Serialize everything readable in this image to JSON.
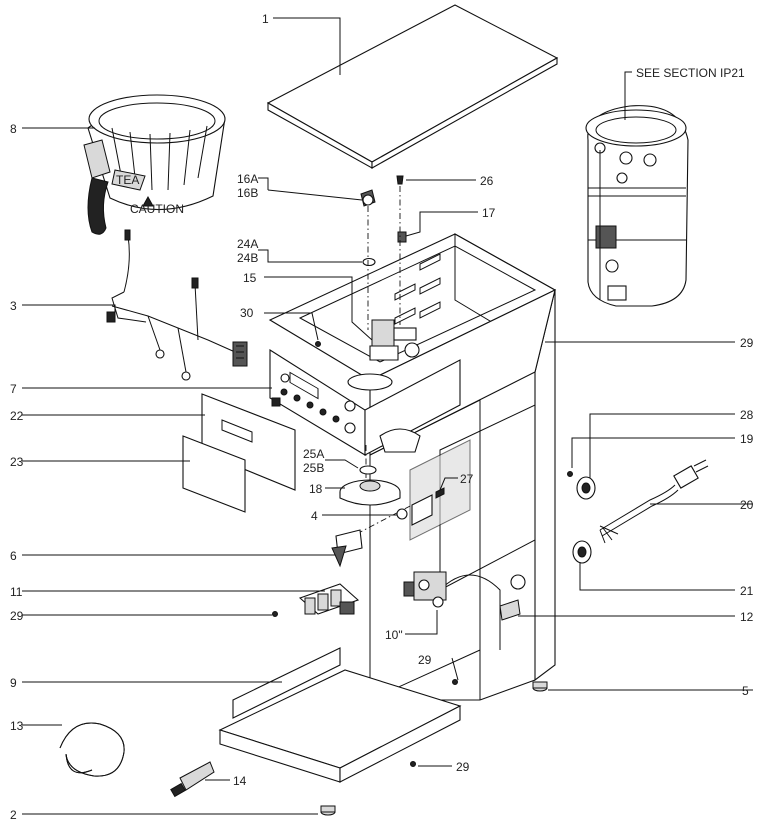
{
  "callouts": [
    {
      "id": "1",
      "text": "1"
    },
    {
      "id": "2",
      "text": "2"
    },
    {
      "id": "3",
      "text": "3"
    },
    {
      "id": "4",
      "text": "4"
    },
    {
      "id": "5",
      "text": "5"
    },
    {
      "id": "6",
      "text": "6"
    },
    {
      "id": "7",
      "text": "7"
    },
    {
      "id": "8",
      "text": "8"
    },
    {
      "id": "9",
      "text": "9"
    },
    {
      "id": "10",
      "text": "10\""
    },
    {
      "id": "11",
      "text": "11"
    },
    {
      "id": "12",
      "text": "12"
    },
    {
      "id": "13",
      "text": "13"
    },
    {
      "id": "14",
      "text": "14"
    },
    {
      "id": "15",
      "text": "15"
    },
    {
      "id": "16A",
      "text": "16A"
    },
    {
      "id": "16B",
      "text": "16B"
    },
    {
      "id": "17",
      "text": "17"
    },
    {
      "id": "18",
      "text": "18"
    },
    {
      "id": "19",
      "text": "19"
    },
    {
      "id": "20",
      "text": "20"
    },
    {
      "id": "21",
      "text": "21"
    },
    {
      "id": "22",
      "text": "22"
    },
    {
      "id": "23",
      "text": "23"
    },
    {
      "id": "24A",
      "text": "24A"
    },
    {
      "id": "24B",
      "text": "24B"
    },
    {
      "id": "25A",
      "text": "25A"
    },
    {
      "id": "25B",
      "text": "25B"
    },
    {
      "id": "26",
      "text": "26"
    },
    {
      "id": "27",
      "text": "27"
    },
    {
      "id": "28",
      "text": "28"
    },
    {
      "id": "29a",
      "text": "29"
    },
    {
      "id": "29b",
      "text": "29"
    },
    {
      "id": "29c",
      "text": "29"
    },
    {
      "id": "29d",
      "text": "29"
    },
    {
      "id": "30",
      "text": "30"
    }
  ],
  "see_section": "SEE SECTION IP21",
  "funnel_marks": {
    "tea": "TEA",
    "caution": "CAUTION"
  }
}
